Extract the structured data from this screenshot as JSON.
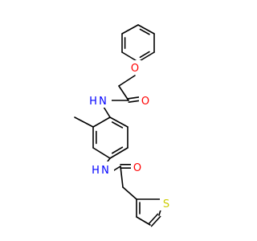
{
  "molecule": {
    "atoms": {
      "o_ether": {
        "symbol": "O",
        "color": "#ff0000"
      },
      "o_top_carbonyl": {
        "symbol": "O",
        "color": "#ff0000"
      },
      "n_top": {
        "symbol": "N",
        "h": "H",
        "color": "#0000ff"
      },
      "n_bottom": {
        "symbol": "N",
        "h": "H",
        "color": "#0000ff"
      },
      "o_bottom_carbonyl": {
        "symbol": "O",
        "color": "#ff0000"
      },
      "s_thiophene": {
        "symbol": "S",
        "color": "#cccc00"
      }
    },
    "bond_color": "#000000"
  }
}
